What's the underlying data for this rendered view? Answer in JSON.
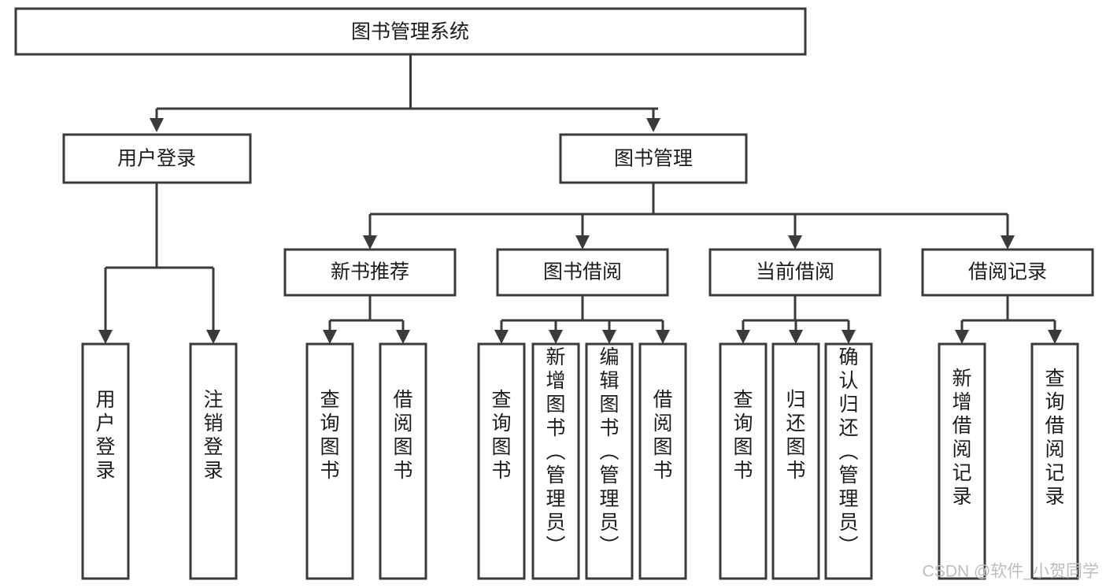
{
  "diagram": {
    "type": "tree",
    "title": "图书管理系统",
    "watermark": "CSDN @软件_小贺同学",
    "colors": {
      "stroke": "#3a3a3a",
      "box_fill": "#ffffff",
      "text": "#1c1c1c",
      "watermark": "#bdbdbd",
      "background": "#ffffff"
    },
    "levels": {
      "root": {
        "label": "图书管理系统"
      },
      "level2": [
        {
          "label": "用户登录"
        },
        {
          "label": "图书管理"
        }
      ],
      "level3": [
        {
          "label": "新书推荐"
        },
        {
          "label": "图书借阅"
        },
        {
          "label": "当前借阅"
        },
        {
          "label": "借阅记录"
        }
      ],
      "leaves": {
        "user_login": [
          {
            "label": "用户登录"
          },
          {
            "label": "注销登录"
          }
        ],
        "new_book_recommend": [
          {
            "label": "查询图书"
          },
          {
            "label": "借阅图书"
          }
        ],
        "book_borrow": [
          {
            "label": "查询图书"
          },
          {
            "label": "新增图书（管理员）"
          },
          {
            "label": "编辑图书（管理员）"
          },
          {
            "label": "借阅图书"
          }
        ],
        "current_borrow": [
          {
            "label": "查询图书"
          },
          {
            "label": "归还图书"
          },
          {
            "label": "确认归还（管理员）"
          }
        ],
        "borrow_record": [
          {
            "label": "新增借阅记录"
          },
          {
            "label": "查询借阅记录"
          }
        ]
      }
    }
  }
}
